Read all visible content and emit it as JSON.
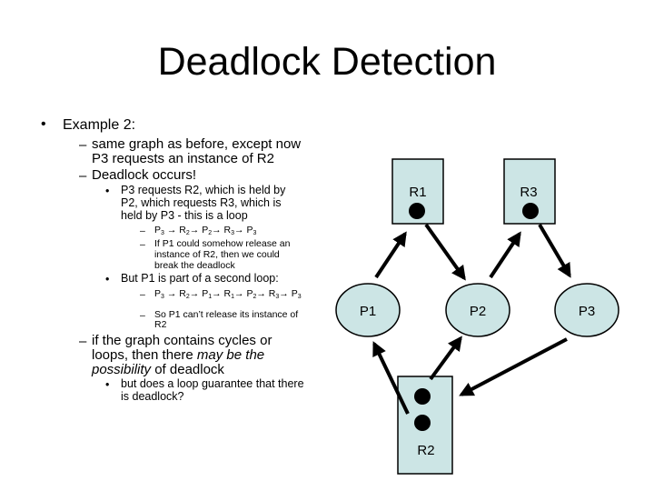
{
  "title": "Deadlock Detection",
  "bullets": {
    "marker_l1": "•",
    "marker_l2": "–",
    "marker_l3": "•",
    "marker_l4": "–",
    "example": "Example 2:",
    "same_graph_1": "same graph as before, except now",
    "same_graph_2": "P3 requests an instance of R2",
    "deadlock_occurs": "Deadlock occurs!",
    "p3_requests_1": "P3 requests R2, which is held by",
    "p3_requests_2": "P2, which requests R3, which is",
    "p3_requests_3": "held by P3 - this is a loop",
    "loop1": "P3 → R2→ P2→ R3→ P3",
    "release_1": "If P1 could somehow release an",
    "release_2": "instance of R2, then we could",
    "release_3": "break the deadlock",
    "second_loop": "But P1 is part of a second loop:",
    "loop2": "P3 → R2→ P1→ R1→ P2→ R3→ P3",
    "cant_release_1": "So P1 can’t release its instance of",
    "cant_release_2": "R2",
    "cycles_1": "if the graph contains cycles or",
    "cycles_2": "loops, then there",
    "cycles_italic_a": "may be the",
    "cycles_italic_b": "possibility",
    "cycles_tail": "of deadlock",
    "loop_guarantee_1": "but does a loop guarantee that there",
    "loop_guarantee_2": "is deadlock?"
  },
  "graph": {
    "resources": [
      "R1",
      "R3",
      "R2"
    ],
    "processes": [
      "P1",
      "P2",
      "P3"
    ],
    "colors": {
      "resource_fill": "#cce5e5",
      "process_fill": "#cce5e5",
      "stroke": "#000000"
    },
    "edges": [
      {
        "from": "P1",
        "to": "R1",
        "type": "request"
      },
      {
        "from": "R1",
        "to": "P2",
        "type": "assignment"
      },
      {
        "from": "P2",
        "to": "R3",
        "type": "request"
      },
      {
        "from": "R3",
        "to": "P3",
        "type": "assignment"
      },
      {
        "from": "R2",
        "to": "P1",
        "type": "assignment"
      },
      {
        "from": "R2",
        "to": "P2",
        "type": "assignment"
      },
      {
        "from": "P3",
        "to": "R2",
        "type": "request"
      }
    ]
  }
}
